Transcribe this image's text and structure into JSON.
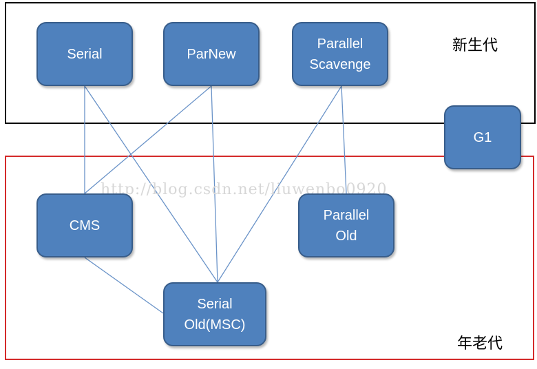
{
  "zones": {
    "young_generation": "新生代",
    "old_generation": "年老代"
  },
  "collectors": {
    "serial": "Serial",
    "parnew": "ParNew",
    "parallel_scavenge": "Parallel\nScavenge",
    "g1": "G1",
    "cms": "CMS",
    "parallel_old": "Parallel\nOld",
    "serial_old": "Serial\nOld(MSC)"
  },
  "connections": [
    [
      "serial",
      "cms"
    ],
    [
      "serial",
      "serial_old"
    ],
    [
      "parnew",
      "cms"
    ],
    [
      "parnew",
      "serial_old"
    ],
    [
      "parallel_scavenge",
      "serial_old"
    ],
    [
      "parallel_scavenge",
      "parallel_old"
    ],
    [
      "cms",
      "serial_old"
    ]
  ],
  "watermark": "http://blog.csdn.net/liuwenbo0920",
  "colors": {
    "node_fill": "#4f81bd",
    "node_border": "#385d8a",
    "link": "#6a93c8",
    "young_border": "#000000",
    "old_border": "#d42a2a"
  }
}
